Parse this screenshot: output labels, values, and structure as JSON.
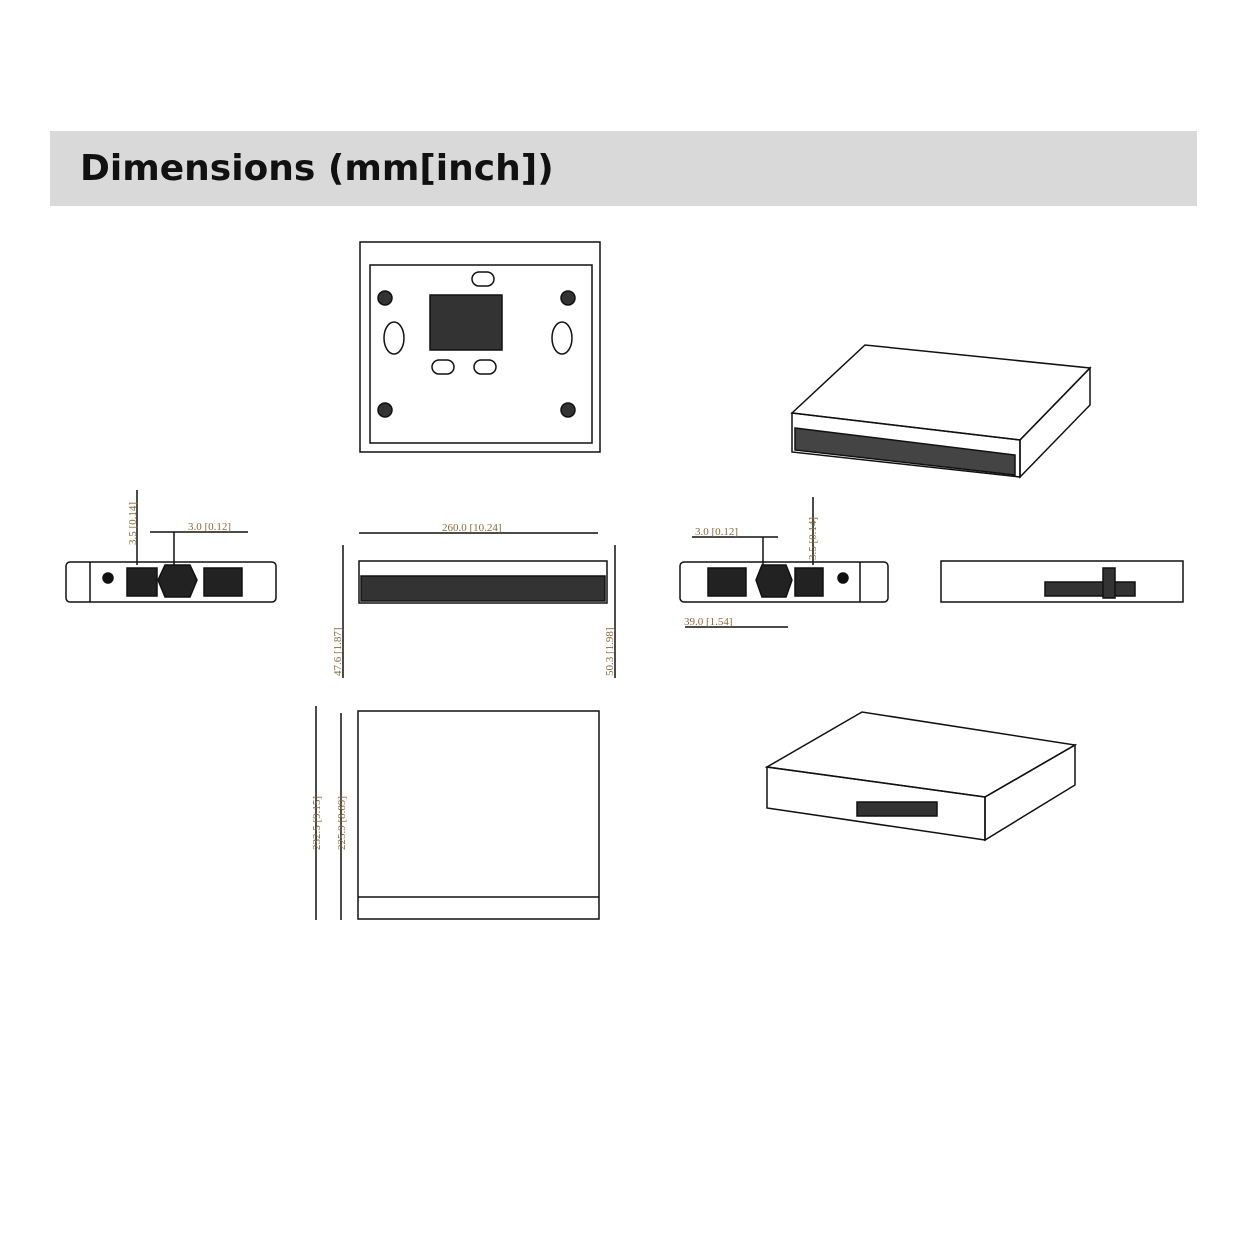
{
  "header": {
    "title": "Dimensions (mm[inch])"
  },
  "dimensions": {
    "left_side_offset": "3.5 [0.14]",
    "left_side_depth": "3.0 [0.12]",
    "front_width": "260.0 [10.24]",
    "front_height_left": "47.6 [1.87]",
    "front_height_right": "50.3 [1.98]",
    "right_side_depth": "3.0 [0.12]",
    "right_side_offset": "3.5 [0.14]",
    "right_side_fan": "39.0 [1.54]",
    "top_depth_total": "232.5 [9.15]",
    "top_depth_body": "225.9 [8.89]"
  }
}
